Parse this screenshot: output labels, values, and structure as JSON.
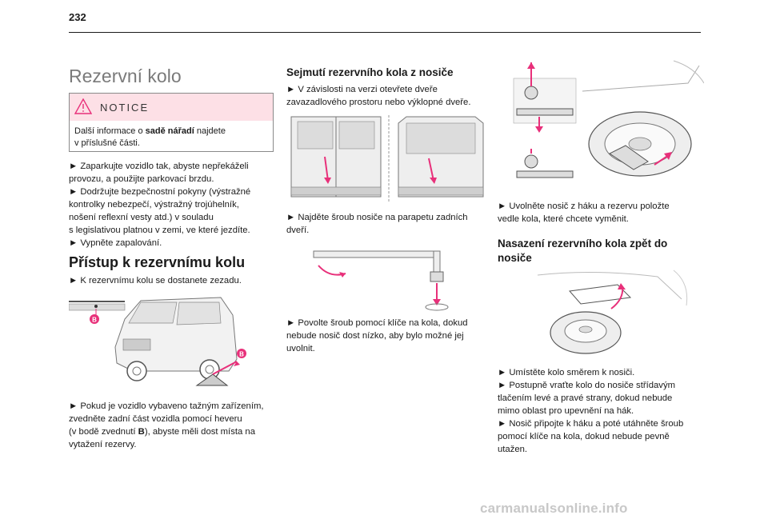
{
  "page": {
    "number": "232"
  },
  "col1": {
    "title": "Rezervní kolo",
    "notice": {
      "label": "NOTICE",
      "text_line1_a": "Další informace o ",
      "text_line1_bold": "sadě nářadí",
      "text_line1_b": " najdete",
      "text_line2": "v příslušné části."
    },
    "steps": [
      "► Zaparkujte vozidlo tak, abyste nepřekáželi",
      "provozu, a použijte parkovací brzdu.",
      "► Dodržujte bezpečnostní pokyny (výstražné",
      "kontrolky nebezpečí, výstražný trojúhelník,",
      "nošení reflexní vesty atd.) v souladu",
      "s legislativou platnou v zemi, ve které jezdíte.",
      "► Vypněte zapalování."
    ],
    "heading": "Přístup k rezervnímu kolu",
    "access_text": "► K rezervnímu kolu se dostanete zezadu.",
    "marker_b": "B",
    "jack_lines": [
      "► Pokud je vozidlo vybaveno tažným zařízením,",
      "zvedněte zadní část vozidla pomocí heveru",
      "(v bodě zvednutí "
    ],
    "jack_bold": "B",
    "jack_after": "), abyste měli dost místa na",
    "jack_last": "vytažení rezervy."
  },
  "col2": {
    "subhead": "Sejmutí rezervního kola z nosiče",
    "step1": [
      "► V závislosti na verzi otevřete dveře",
      "zavazadlového prostoru nebo výklopné dveře."
    ],
    "step2": [
      "► Najděte šroub nosiče na parapetu zadních",
      "dveří."
    ],
    "step3": [
      "► Povolte šroub pomocí klíče na kola, dokud",
      "nebude nosič dost nízko, aby bylo možné jej",
      "uvolnit."
    ]
  },
  "col3": {
    "step1": [
      "► Uvolněte nosič z háku a rezervu položte",
      "vedle kola, které chcete vyměnit."
    ],
    "subhead": [
      "Nasazení rezervního kola zpět do",
      "nosiče"
    ],
    "steps": [
      "► Umístěte kolo směrem k nosiči.",
      "► Postupně vraťte kolo do nosiče střídavým",
      "tlačením levé a pravé strany, dokud nebude",
      "mimo oblast pro upevnění na hák.",
      "► Nosič připojte k háku a poté utáhněte šroub",
      "pomocí klíče na kola, dokud nebude pevně",
      "utažen."
    ]
  },
  "watermark": "carmanualsonline.info",
  "colors": {
    "accent_pink": "#e8307a",
    "notice_bg": "#fde0e6",
    "title_gray": "#7a7a7a"
  }
}
